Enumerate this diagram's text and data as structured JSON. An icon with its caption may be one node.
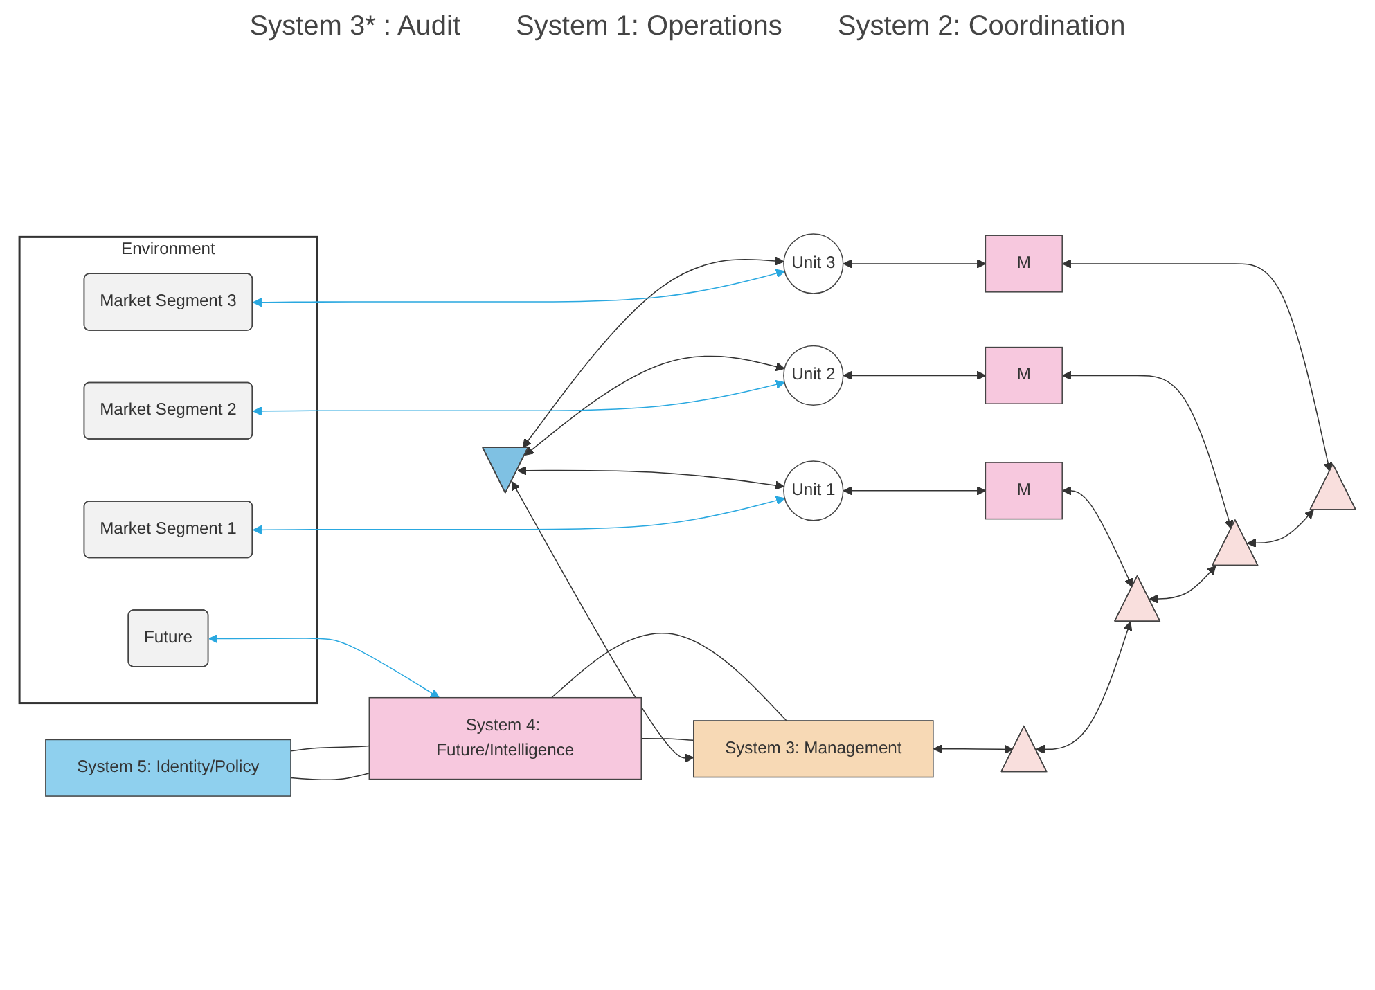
{
  "diagram": {
    "nodes": [
      {
        "text": [
          "Environment"
        ]
      },
      {
        "text": [
          "Future"
        ],
        "in": 0
      },
      {
        "text": [
          "Market Segment 1"
        ],
        "in": 0
      },
      {
        "text": [
          "Market Segment 2"
        ],
        "in": 0
      },
      {
        "text": [
          "Market Segment 3"
        ],
        "in": 0
      },
      {
        "text": [
          "System 5: Identity/Policy"
        ]
      },
      {
        "text": [
          "System 4: Future/Intelligence"
        ]
      },
      {
        "text": [
          "System 3: Management"
        ]
      },
      {
        "text": [],
        "shape": "triangle"
      },
      {
        "text": [
          "Unit 1"
        ]
      },
      {
        "text": [
          "Unit 2"
        ]
      },
      {
        "text": [
          "Unit 3"
        ]
      },
      {
        "text": [
          "M"
        ]
      },
      {
        "text": [
          "M"
        ]
      },
      {
        "text": [
          "M"
        ]
      },
      {
        "text": [],
        "shape": "triangle"
      },
      {
        "text": [],
        "shape": "triangle"
      },
      {
        "text": [],
        "shape": "triangle"
      },
      {
        "text": [],
        "shape": "triangle"
      }
    ],
    "edges": [
      {
        "from": 1,
        "to": 6,
        "arrow": "both",
        "color": "#29a8e0"
      },
      {
        "from": 5,
        "to": 6,
        "arrow": "none"
      },
      {
        "from": 5,
        "to": 6,
        "arrow": "none"
      },
      {
        "from": 6,
        "to": 7,
        "arrow": "none"
      },
      {
        "from": 6,
        "to": 7,
        "arrow": "none"
      },
      {
        "from": 8,
        "to": 7,
        "arrow": "both"
      },
      {
        "from": 8,
        "to": 9,
        "arrow": "both"
      },
      {
        "from": 8,
        "to": 10,
        "arrow": "both"
      },
      {
        "from": 8,
        "to": 11,
        "arrow": "both"
      },
      {
        "from": 2,
        "to": 9,
        "arrow": "both",
        "color": "#29a8e0"
      },
      {
        "from": 3,
        "to": 10,
        "arrow": "both",
        "color": "#29a8e0"
      },
      {
        "from": 4,
        "to": 11,
        "arrow": "both",
        "color": "#29a8e0"
      },
      {
        "from": 9,
        "to": 12,
        "arrow": "both"
      },
      {
        "from": 10,
        "to": 13,
        "arrow": "both"
      },
      {
        "from": 11,
        "to": 14,
        "arrow": "both"
      },
      {
        "from": 7,
        "to": 15,
        "arrow": "both"
      },
      {
        "from": 12,
        "to": 16,
        "arrow": "both"
      },
      {
        "from": 13,
        "to": 17,
        "arrow": "both"
      },
      {
        "from": 14,
        "to": 18,
        "arrow": "both"
      },
      {
        "from": 15,
        "to": 16,
        "arrow": "both"
      },
      {
        "from": 16,
        "to": 17,
        "arrow": "both"
      },
      {
        "from": 17,
        "to": 18,
        "arrow": "both"
      }
    ],
    "labels": [
      "System 3* : Audit",
      "System 1: Operations",
      "System 2: Coordination"
    ]
  }
}
